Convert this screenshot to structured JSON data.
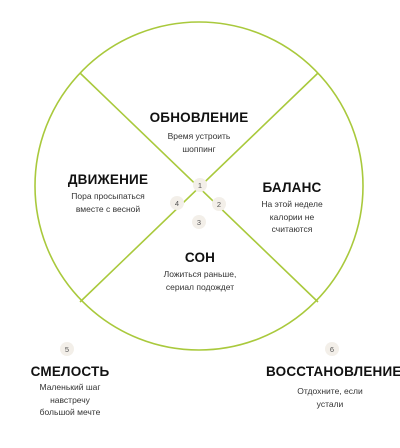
{
  "colors": {
    "ring": "#a9c93c",
    "badge_bg": "#f3efe9",
    "text": "#111111"
  },
  "sections": {
    "renewal": {
      "number": "1",
      "title": "ОБНОВЛЕНИЕ",
      "line1": "Время устроить",
      "line2": "шоппинг"
    },
    "balance": {
      "number": "2",
      "title": "БАЛАНС",
      "line1": "На этой неделе",
      "line2": "калории не",
      "line3": "считаются"
    },
    "sleep": {
      "number": "3",
      "title": "СОН",
      "line1": "Ложиться раньше,",
      "line2": "сериал подождет"
    },
    "movement": {
      "number": "4",
      "title": "ДВИЖЕНИЕ",
      "line1": "Пора просыпаться",
      "line2": "вместе с весной"
    },
    "courage": {
      "number": "5",
      "title": "СМЕЛОСТЬ",
      "line1": "Маленький шаг",
      "line2": "навстречу",
      "line3": "большой мечте"
    },
    "recovery": {
      "number": "6",
      "title": "ВОССТАНОВЛЕНИЕ",
      "line1": "Отдохните, если",
      "line2": "устали"
    }
  }
}
